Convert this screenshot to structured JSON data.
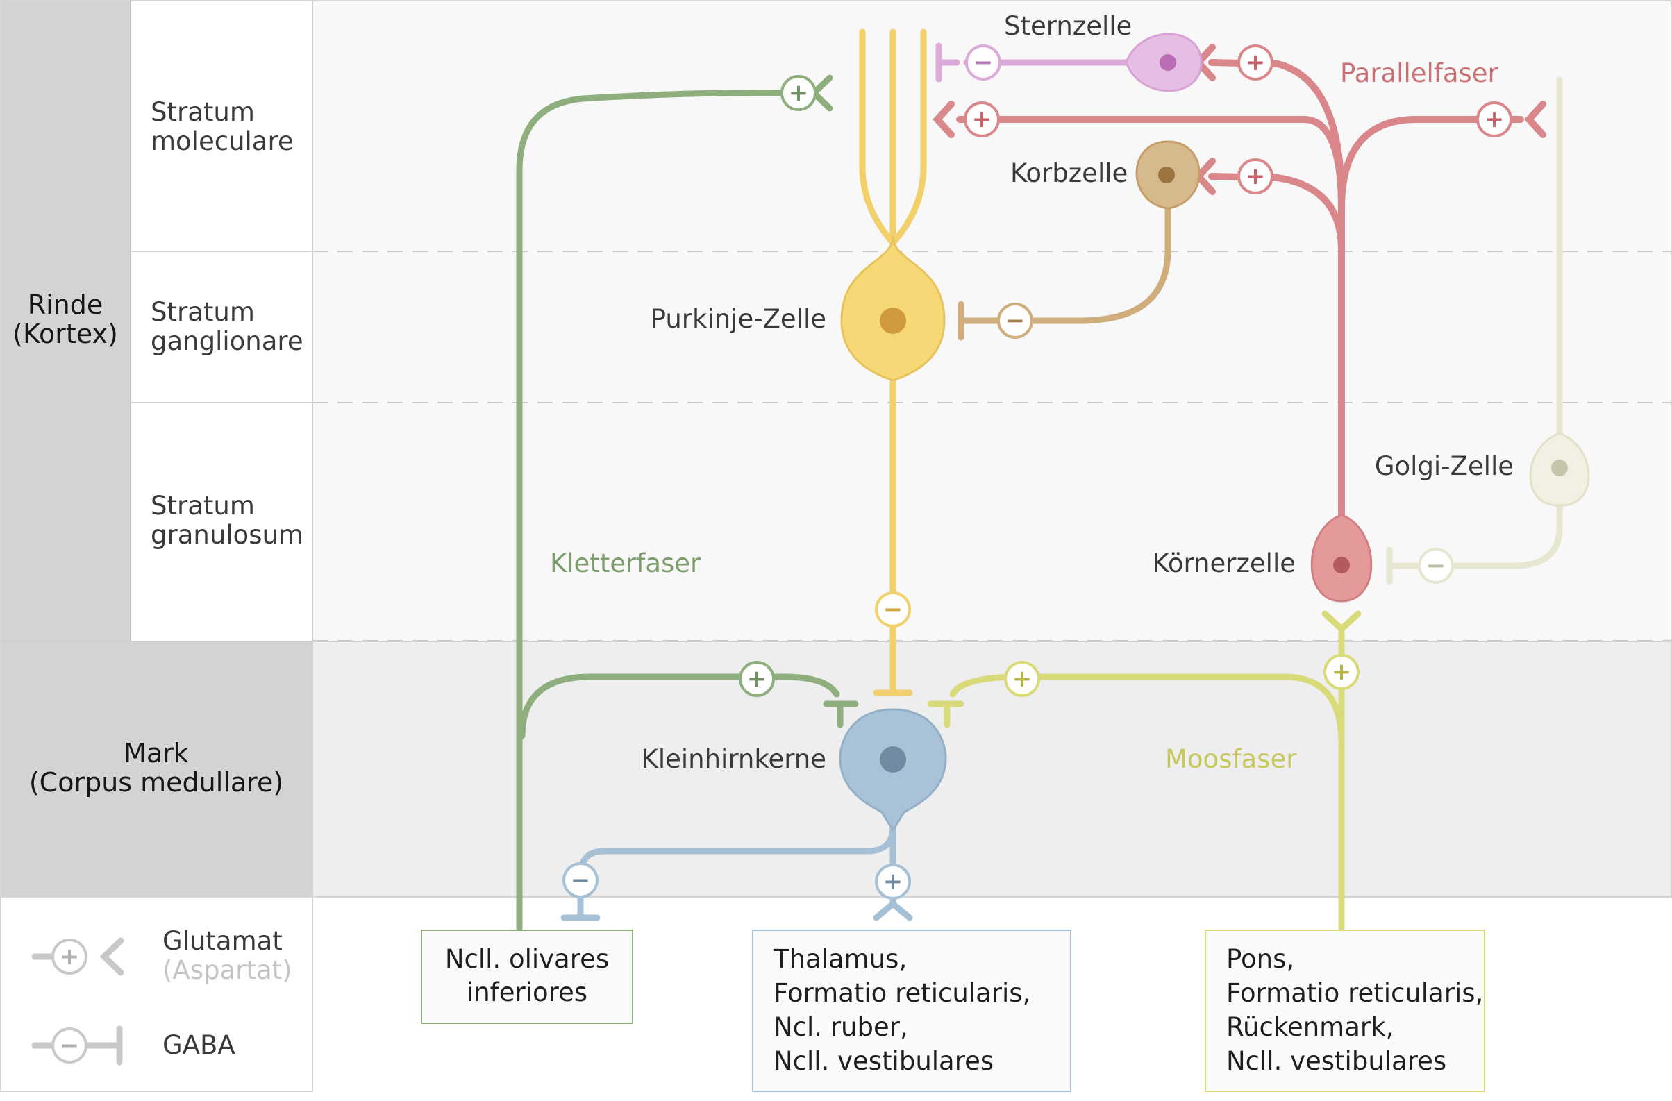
{
  "regions": {
    "rinde": [
      "Rinde",
      "(Kortex)"
    ],
    "mark": [
      "Mark",
      "(Corpus medullare)"
    ],
    "molecular": [
      "Stratum",
      "moleculare"
    ],
    "ganglionar": [
      "Stratum",
      "ganglionare"
    ],
    "granular": [
      "Stratum",
      "granulosum"
    ]
  },
  "cells": {
    "sternzelle": "Sternzelle",
    "korbzelle": "Korbzelle",
    "purkinje": "Purkinje-Zelle",
    "golgi": "Golgi-Zelle",
    "koernerzelle": "Körnerzelle",
    "kleinhirnkerne": "Kleinhirnkerne"
  },
  "fibers": {
    "parallelfaser": "Parallelfaser",
    "kletterfaser": "Kletterfaser",
    "moosfaser": "Moosfaser"
  },
  "targets": {
    "olivares": [
      "Ncll. olivares",
      "inferiores"
    ],
    "thalamus": [
      "Thalamus,",
      "Formatio reticularis,",
      "Ncl. ruber,",
      "Ncll. vestibulares"
    ],
    "pons": [
      "Pons,",
      "Formatio reticularis,",
      "Rückenmark,",
      "Ncll. vestibulares"
    ]
  },
  "legend": {
    "glutamat": "Glutamat",
    "aspartat": "(Aspartat)",
    "gaba": "GABA"
  },
  "signs": {
    "excitatory": "+",
    "inhibitory": "−"
  },
  "colors": {
    "purkinje": "#f2d06b",
    "sternzelle": "#dcaad8",
    "korbzelle": "#cfad7c",
    "parallel": "#d9878b",
    "koerner": "#e09a9c",
    "golgi": "#e7e6d1",
    "kletter": "#8fae7e",
    "moos": "#d9da7a",
    "kern": "#a6c0d6",
    "legend": "#c8c8c8"
  }
}
